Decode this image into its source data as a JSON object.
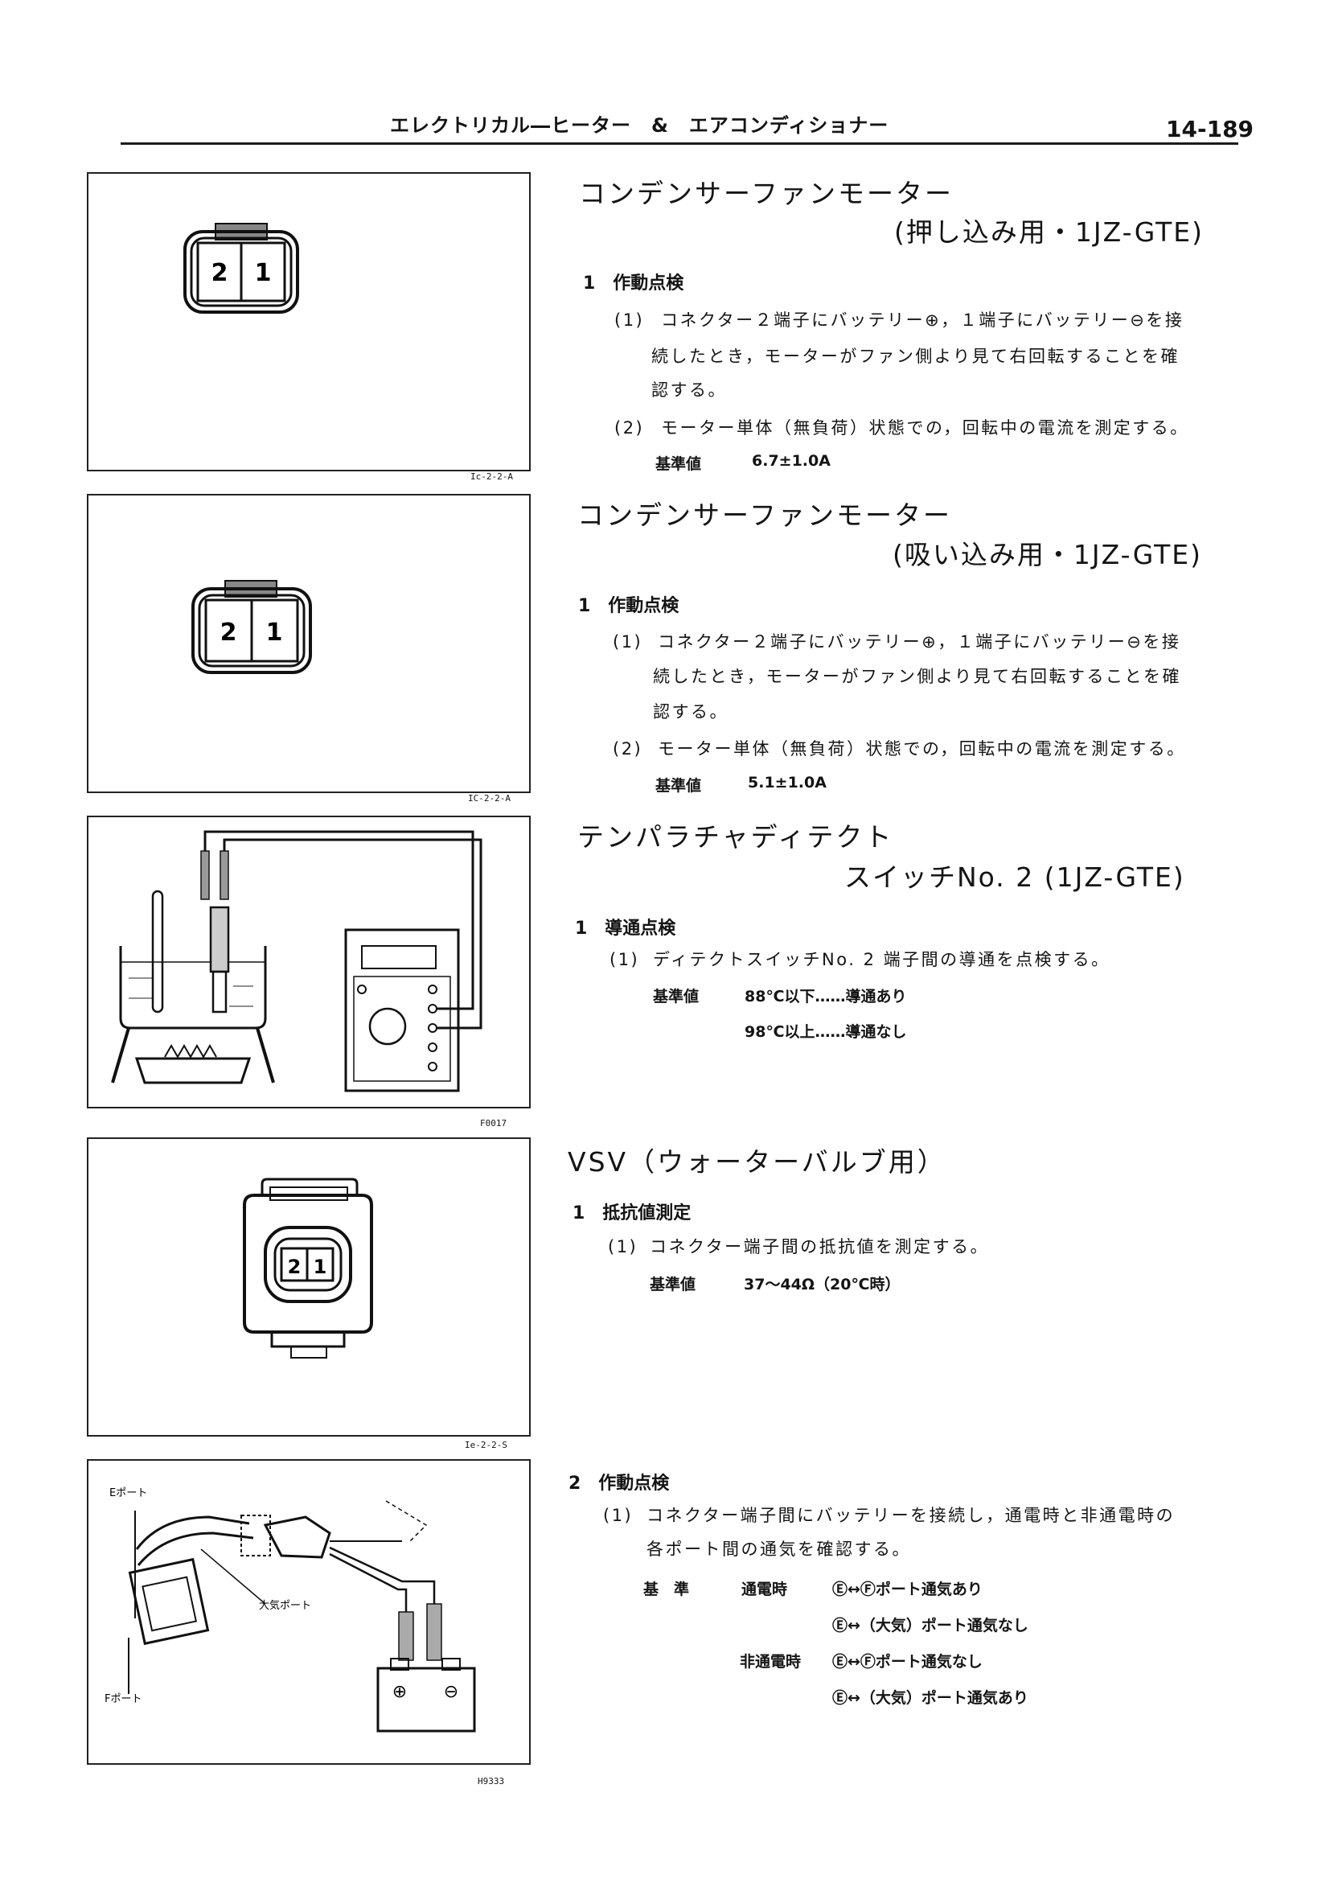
{
  "header": {
    "title": "エレクトリカル―ヒーター　&　エアコンディショナー",
    "page": "14-189"
  },
  "figures": [
    {
      "code": "Ic-2-2-A",
      "pins": [
        "2",
        "1"
      ]
    },
    {
      "code": "IC-2-2-A",
      "pins": [
        "2",
        "1"
      ]
    },
    {
      "code": "F0017"
    },
    {
      "code": "Ie-2-2-S",
      "pins": [
        "2",
        "1"
      ]
    },
    {
      "code": "H9333",
      "e_port": "Eポート",
      "f_port": "Fポート",
      "air_port": "大気ポート",
      "plus": "⊕",
      "minus": "⊖"
    }
  ],
  "sections": [
    {
      "title": "コンデンサーファンモーター",
      "subtitle": "(押し込み用・1JZ-GTE)",
      "heading": "1　作動点検",
      "item1": {
        "num": "(1)",
        "lines": [
          "コネクター２端子にバッテリー⊕，１端子にバッテリー⊖を接",
          "続したとき，モーターがファン側より見て右回転することを確",
          "認する。"
        ]
      },
      "item2": {
        "num": "(2)",
        "text": "モーター単体（無負荷）状態での，回転中の電流を測定する。"
      },
      "std_label": "基準値",
      "std_value": "6.7±1.0A"
    },
    {
      "title": "コンデンサーファンモーター",
      "subtitle": "(吸い込み用・1JZ-GTE)",
      "heading": "1　作動点検",
      "item1": {
        "num": "(1)",
        "lines": [
          "コネクター２端子にバッテリー⊕，１端子にバッテリー⊖を接",
          "続したとき，モーターがファン側より見て右回転することを確",
          "認する。"
        ]
      },
      "item2": {
        "num": "(2)",
        "text": "モーター単体（無負荷）状態での，回転中の電流を測定する。"
      },
      "std_label": "基準値",
      "std_value": "5.1±1.0A"
    },
    {
      "title": "テンパラチャディテクト",
      "subtitle": "スイッチNo. 2 (1JZ-GTE)",
      "heading": "1　導通点検",
      "item1": {
        "num": "(1)",
        "text": "ディテクトスイッチNo. 2 端子間の導通を点検する。"
      },
      "std_label": "基準値",
      "std_line1": "88℃以下……導通あり",
      "std_line2": "98℃以上……導通なし"
    },
    {
      "title": "VSV（ウォーターバルブ用）",
      "heading1": "1　抵抗値測定",
      "item1": {
        "num": "(1)",
        "text": "コネクター端子間の抵抗値を測定する。"
      },
      "std_label": "基準値",
      "std_value": "37～44Ω（20℃時）",
      "heading2": "2　作動点検",
      "item2": {
        "num": "(1)",
        "lines": [
          "コネクター端子間にバッテリーを接続し，通電時と非通電時の",
          "各ポート間の通気を確認する。"
        ]
      },
      "std2_label": "基　準",
      "energized": "通電時",
      "not_energized": "非通電時",
      "rows": [
        "Ⓔ↔Ⓕポート通気あり",
        "Ⓔ↔（大気）ポート通気なし",
        "Ⓔ↔Ⓕポート通気なし",
        "Ⓔ↔（大気）ポート通気あり"
      ]
    }
  ]
}
